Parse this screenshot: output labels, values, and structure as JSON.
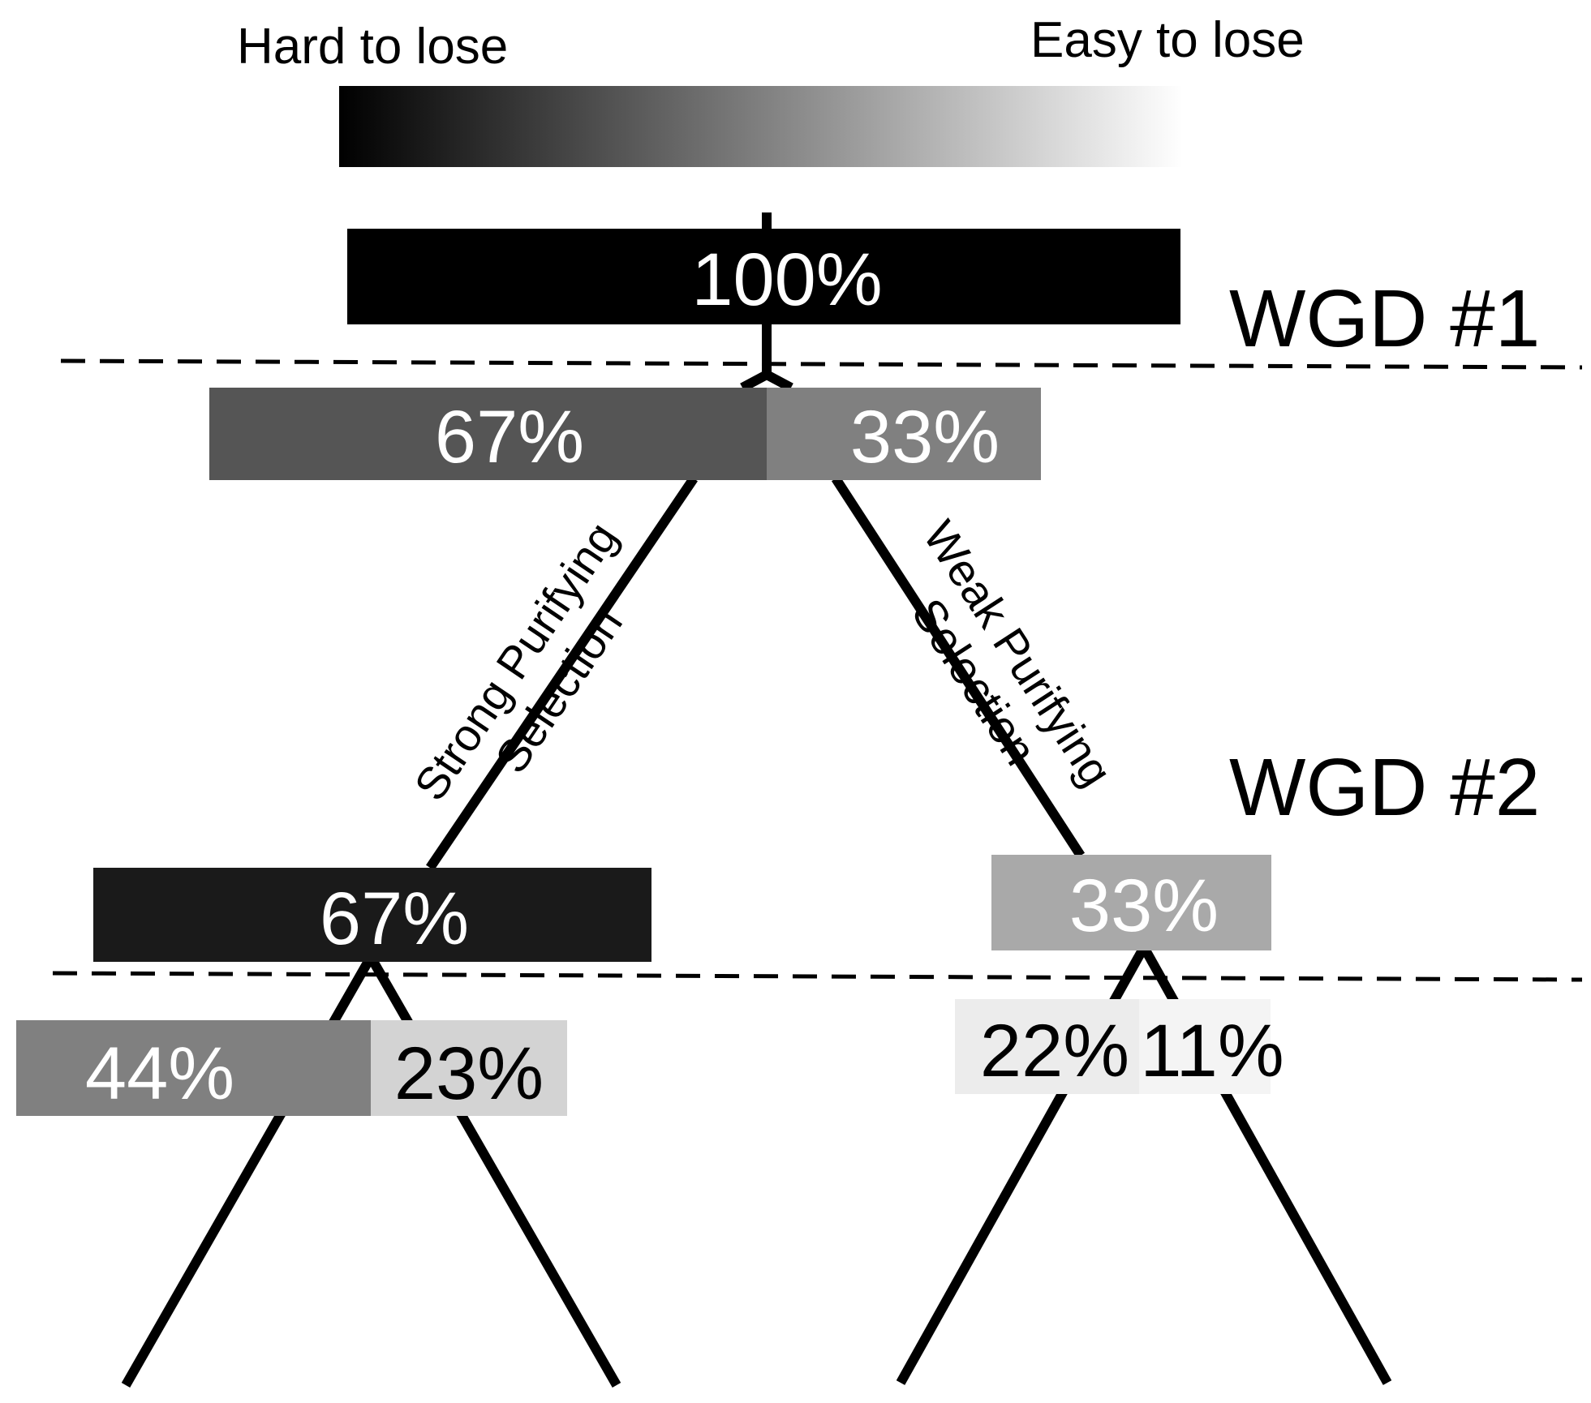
{
  "scale": {
    "left_label": "Hard to lose",
    "right_label": "Easy to lose",
    "gradient_start_color": "#000000",
    "gradient_end_color": "#ffffff"
  },
  "events": {
    "wgd1": "WGD #1",
    "wgd2": "WGD #2"
  },
  "boxes": {
    "root": {
      "label": "100%",
      "color": "#000000",
      "text_color": "#ffffff"
    },
    "level1_strong": {
      "label": "67%",
      "color": "#555555",
      "text_color": "#ffffff"
    },
    "level1_weak": {
      "label": "33%",
      "color": "#808080",
      "text_color": "#ffffff"
    },
    "level2_left": {
      "label": "67%",
      "color": "#1a1a1a",
      "text_color": "#ffffff"
    },
    "level2_right": {
      "label": "33%",
      "color": "#a9a9a9",
      "text_color": "#ffffff"
    },
    "level3_left_a": {
      "label": "44%",
      "color": "#808080",
      "text_color": "#ffffff"
    },
    "level3_left_b": {
      "label": "23%",
      "color": "#d3d3d3",
      "text_color": "#000000"
    },
    "level3_right_a": {
      "label": "22%",
      "color": "#ececec",
      "text_color": "#000000"
    },
    "level3_right_b": {
      "label": "11%",
      "color": "#f4f4f4",
      "text_color": "#000000"
    }
  },
  "branches": {
    "strong_line1": "Strong Purifying",
    "strong_line2": "Selection",
    "weak_line1": "Weak Purifying",
    "weak_line2": "Selection"
  }
}
